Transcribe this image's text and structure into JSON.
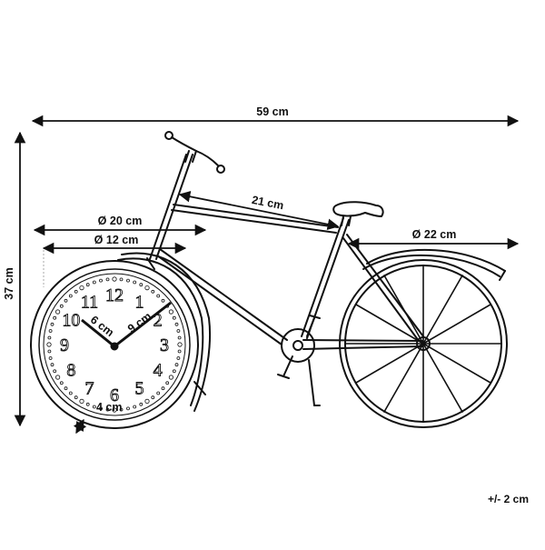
{
  "colors": {
    "line": "#111111",
    "background": "#ffffff"
  },
  "dimensions": {
    "width": "59 cm",
    "height": "37 cm",
    "frame_length": "21 cm",
    "clock_outer": "Ø 20 cm",
    "clock_face": "Ø 12 cm",
    "wheel": "Ø 22 cm",
    "minute_hand": "9 cm",
    "hour_hand": "6 cm",
    "depth": "4 cm"
  },
  "clock_numerals": [
    "12",
    "1",
    "2",
    "3",
    "4",
    "5",
    "6",
    "7",
    "8",
    "9",
    "10",
    "11"
  ],
  "tolerance": "+/- 2 cm"
}
